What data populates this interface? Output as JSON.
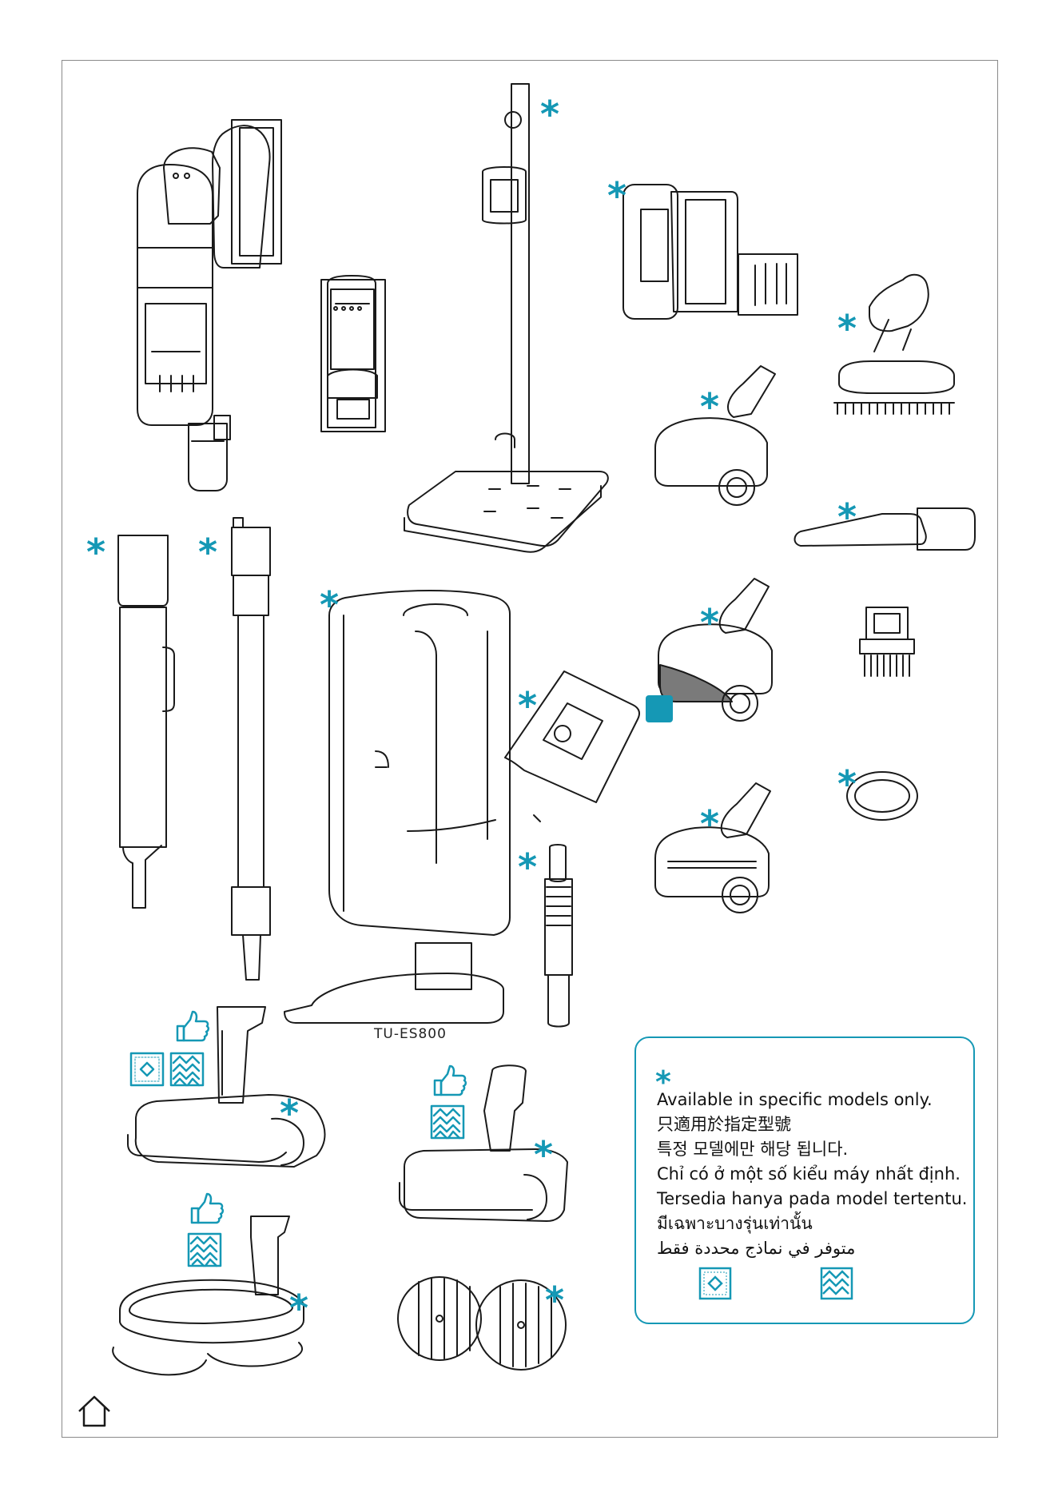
{
  "colors": {
    "accent": "#1598b5",
    "line": "#1a1a1a",
    "frame": "#8a8a8a"
  },
  "asterisk": "*",
  "model_label": "TU-ES800",
  "legend": {
    "symbol": "*",
    "lines": [
      "Available in specific models only.",
      "只適用於指定型號",
      "특정 모델에만 해당 됩니다.",
      "Chỉ có ở một số kiểu máy nhất định.",
      "Tersedia hanya pada model tertentu.",
      "มีเฉพาะบางรุ่นเท่านั้น",
      "متوفر في نماذج محددة فقط"
    ],
    "icons": [
      "carpet-icon",
      "hard-floor-icon"
    ]
  },
  "icons": {
    "recommended": "thumbs-up-icon",
    "carpet": "carpet-icon",
    "hard_floor": "hard-floor-icon",
    "home": "home-icon"
  }
}
